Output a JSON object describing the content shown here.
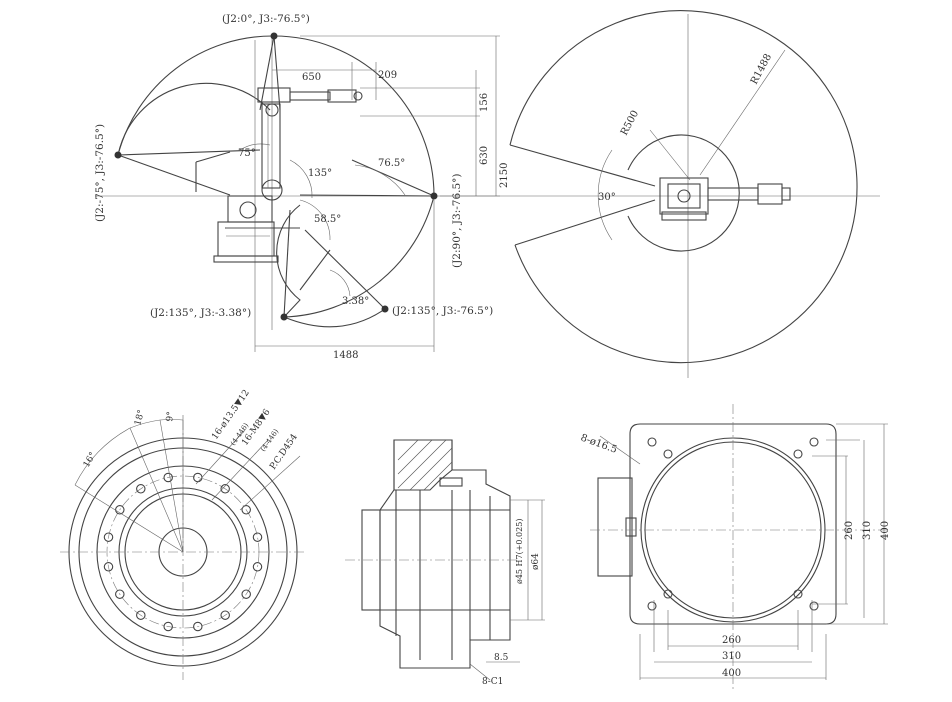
{
  "side_view": {
    "pose_top": "(J2:0°, J3:-76.5°)",
    "pose_left": "(J2:-75°, J3:-76.5°)",
    "pose_right": "(J2:90°, J3:-76.5°)",
    "pose_bottom_left": "(J2:135°, J3:-3.38°)",
    "pose_bottom_right": "(J2:135°, J3:-76.5°)",
    "angle_75": "75°",
    "angle_135": "135°",
    "angle_76_5": "76.5°",
    "angle_58_5": "58.5°",
    "angle_3_38": "3.38°",
    "dim_650_h": "650",
    "dim_209": "209",
    "dim_156": "156",
    "dim_630": "630",
    "dim_2150": "2150",
    "dim_1488": "1488"
  },
  "top_view": {
    "r_outer": "R1488",
    "r_inner": "R500",
    "angle_30": "30°"
  },
  "flange": {
    "ang_16": "16°",
    "ang_18": "18°",
    "ang_9": "9°",
    "hole_a": "16-ø13.5▼12",
    "hole_a_sub": "(4-446)",
    "hole_b": "16-M8▼6",
    "hole_b_sub": "(4-446)",
    "pcd": "P.C.D454"
  },
  "section": {
    "dia_45": "ø45 H7(+0.025)",
    "dia_64": "ø64",
    "dim_8_5": "8.5",
    "chamfer": "8-C1"
  },
  "base": {
    "holes": "8-ø16.5",
    "dim_260_v": "260",
    "dim_310_v": "310",
    "dim_400_v": "400",
    "dim_260_h": "260",
    "dim_310_h": "310",
    "dim_400_h": "400"
  }
}
